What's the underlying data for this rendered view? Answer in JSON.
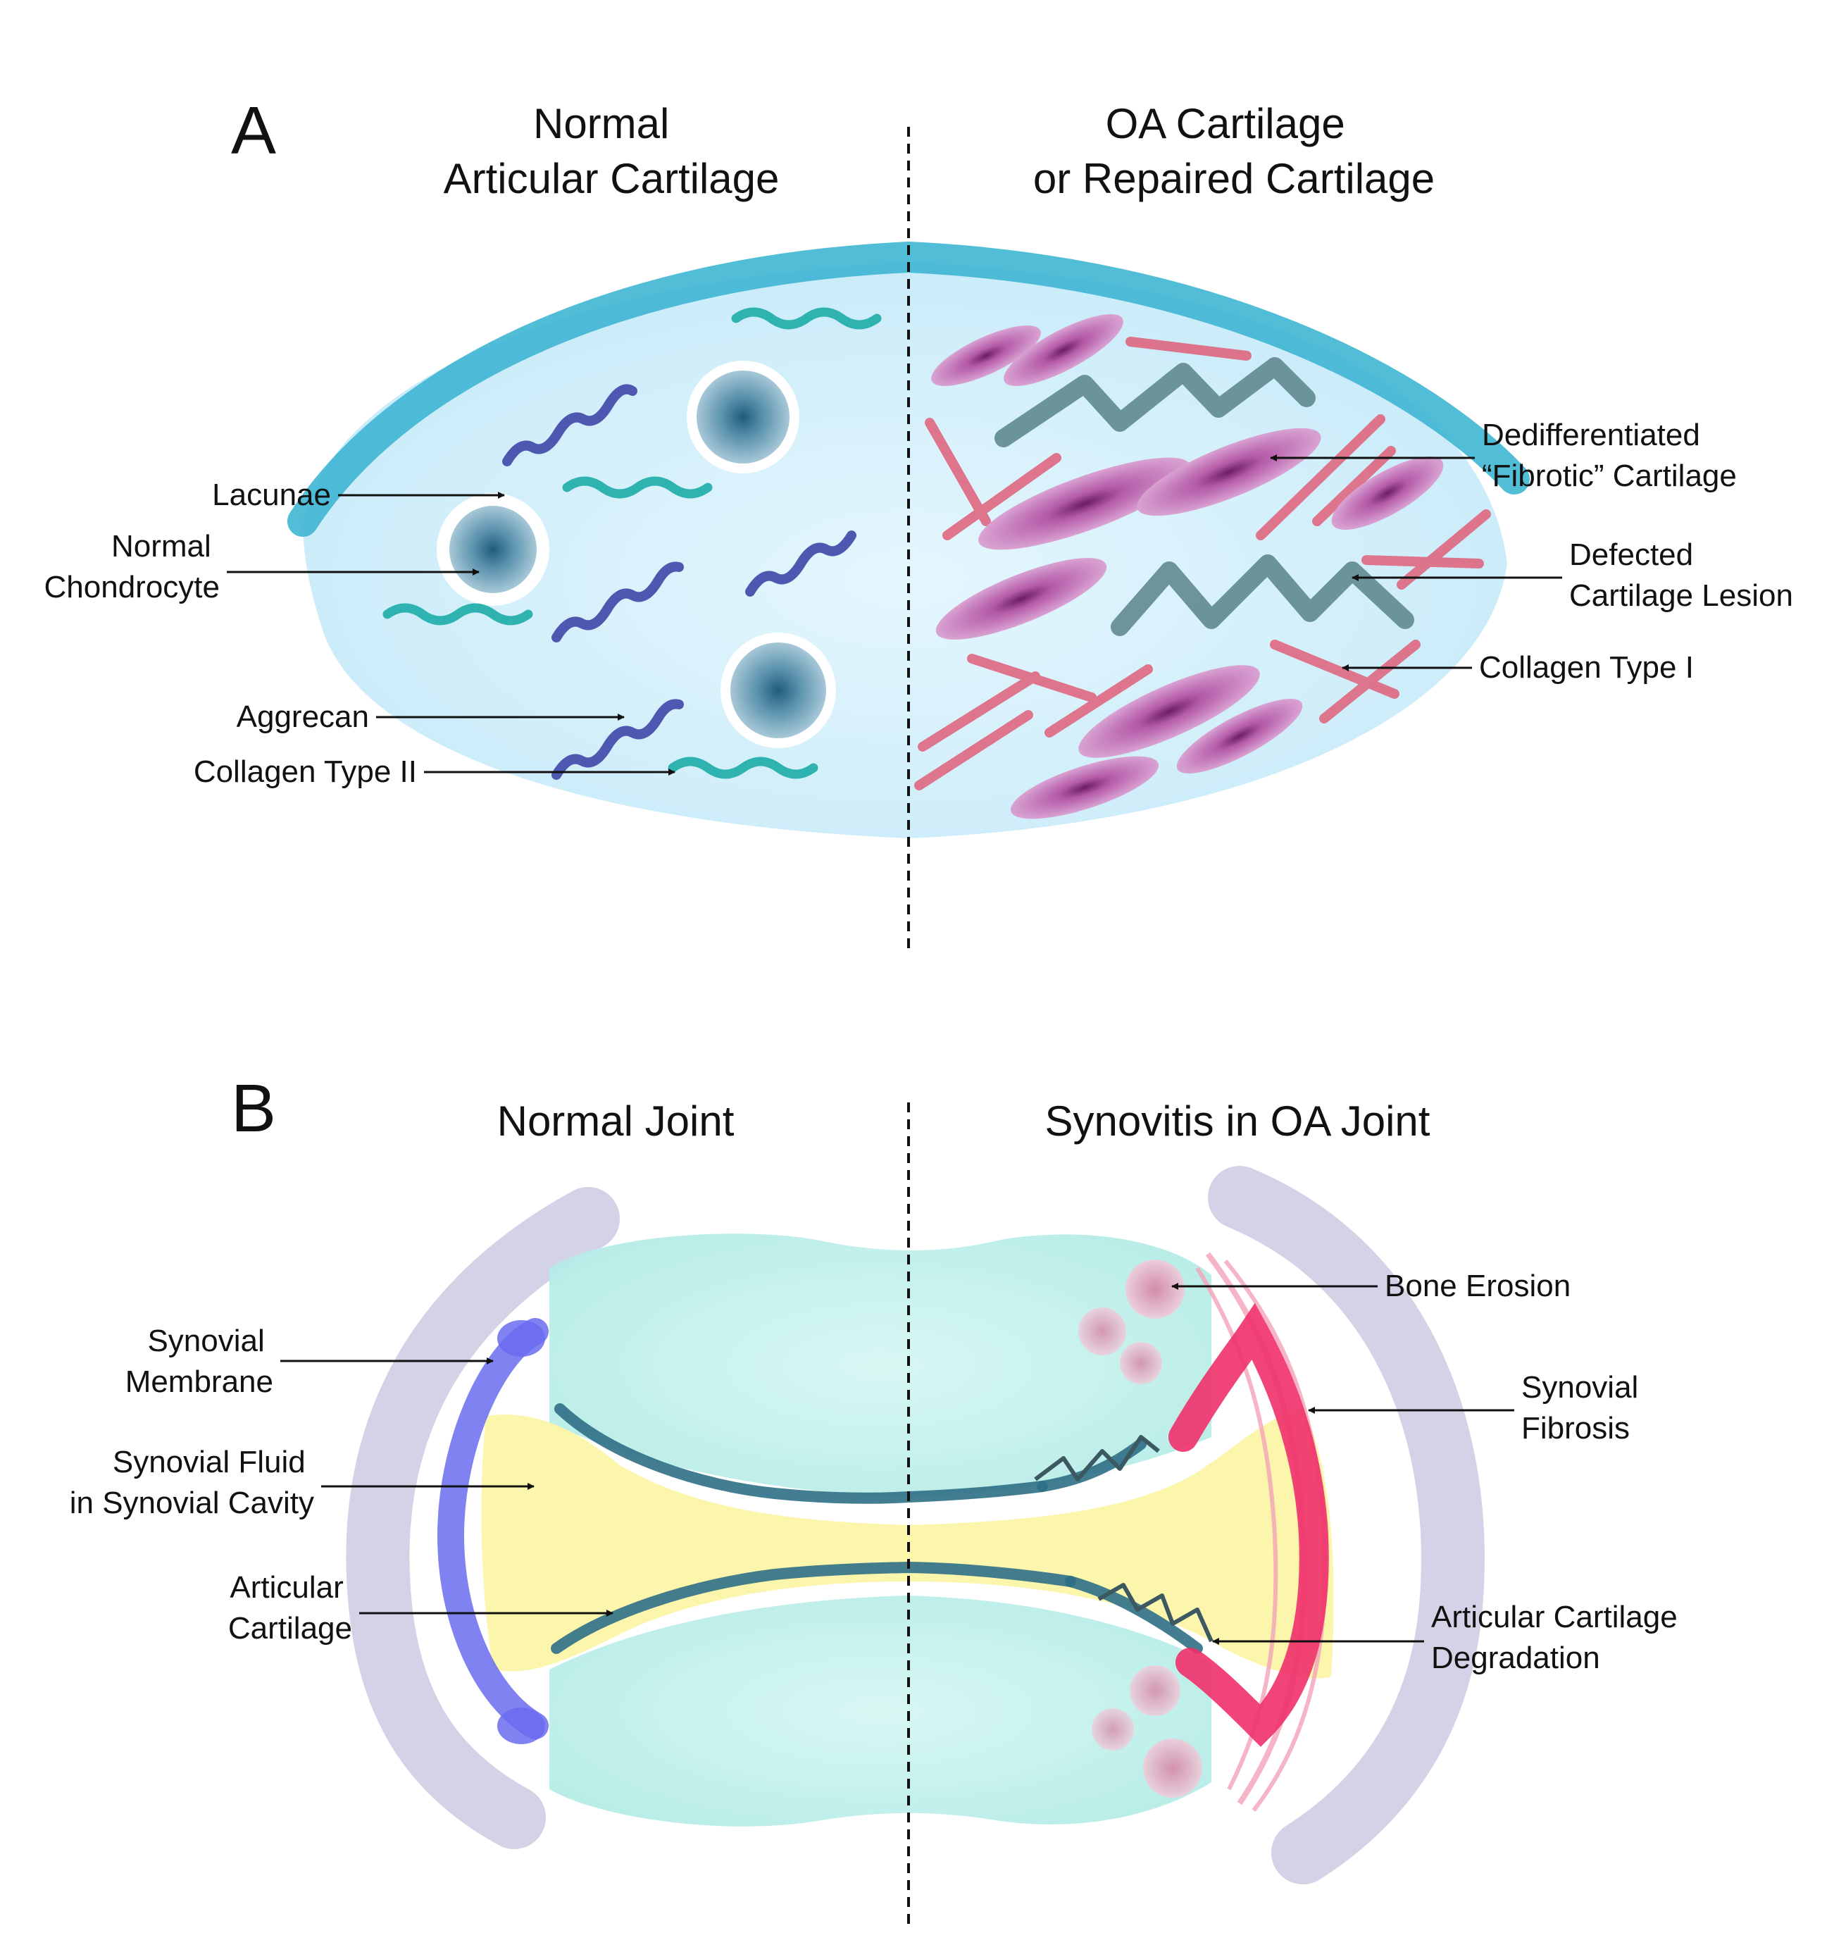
{
  "panel_a": {
    "letter": "A",
    "left_title": [
      "Normal",
      "Articular Cartilage"
    ],
    "right_title": [
      "OA Cartilage",
      "or Repaired Cartilage"
    ],
    "labels": {
      "lacunae": "Lacunae",
      "normal_chondrocyte": [
        "Normal",
        "Chondrocyte"
      ],
      "aggrecan": "Aggrecan",
      "collagen_type_ii": "Collagen Type II",
      "dedifferentiated": [
        "Dedifferentiated",
        "“Fibrotic” Cartilage"
      ],
      "defected_lesion": [
        "Defected",
        "Cartilage Lesion"
      ],
      "collagen_type_i": "Collagen Type I"
    }
  },
  "panel_b": {
    "letter": "B",
    "left_title": "Normal Joint",
    "right_title": "Synovitis in OA Joint",
    "labels": {
      "synovial_membrane": [
        "Synovial",
        "Membrane"
      ],
      "synovial_fluid": [
        "Synovial Fluid",
        "in Synovial Cavity"
      ],
      "articular_cartilage": [
        "Articular",
        "Cartilage"
      ],
      "bone_erosion": "Bone Erosion",
      "synovial_fibrosis": [
        "Synovial",
        "Fibrosis"
      ],
      "cartilage_degradation": [
        "Articular Cartilage",
        "Degradation"
      ]
    }
  },
  "colors": {
    "cartilage_matrix": "#cdeefa",
    "cartilage_surface": "#3fb6d3",
    "chondrocyte": "#6f9fb8",
    "aggrecan": "#4e58b0",
    "collagen_ii": "#2fb3b0",
    "fibrotic_cell": "#b45aa8",
    "collagen_i": "#e0607a",
    "lesion": "#5f8a8f",
    "bone": "#bff0ec",
    "synovial_fluid": "#fbf6a6",
    "synovial_membrane": "#6a6cf0",
    "capsule": "#cfcde4",
    "fibrosis": "#f0306a",
    "joint_cartilage": "#2f6f86"
  }
}
